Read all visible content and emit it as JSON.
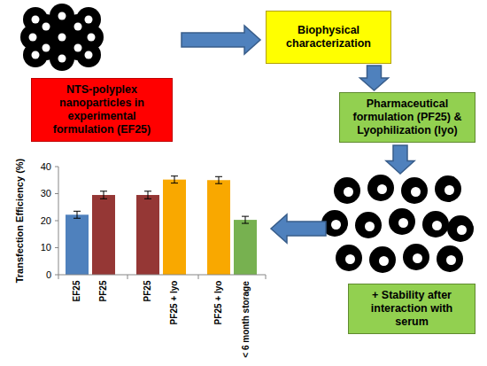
{
  "diagram": {
    "nodes": [
      {
        "text": [
          "NTS-polyplex nanoparticles in experimental formulation (EF25)"
        ]
      },
      {
        "text": [
          "Biophysical characterization"
        ]
      },
      {
        "text": [
          "Pharmaceutical formulation (PF25) & Lyophilization (lyo)"
        ]
      },
      {
        "text": [
          "+ Stability after interaction with serum"
        ]
      }
    ],
    "edges": [
      {
        "from": 1,
        "to": 2,
        "arrow": "to"
      }
    ],
    "labels": [
      "Transfection Efficiency (%)",
      "0",
      "10",
      "20",
      "30",
      "40",
      "EF25",
      "PF25",
      "PF25",
      "PF25 + lyo",
      "PF25 + lyo",
      "< 6 month storage"
    ]
  }
}
